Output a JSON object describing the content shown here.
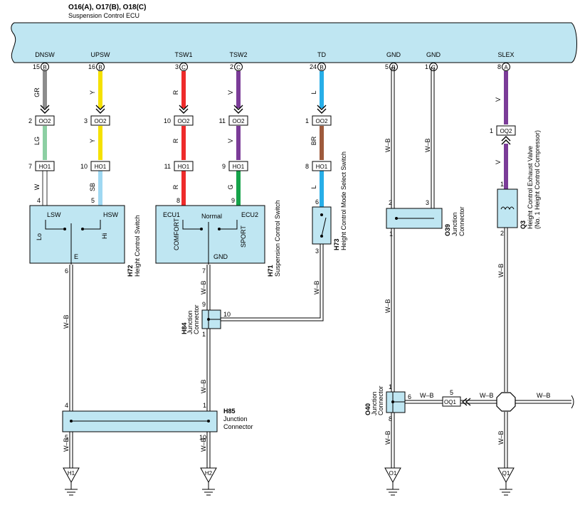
{
  "ecu": {
    "title": "O16(A), O17(B), O18(C)",
    "name": "Suspension Control ECU",
    "terminals": [
      {
        "label": "DNSW",
        "pin": "15",
        "conn": "B"
      },
      {
        "label": "UPSW",
        "pin": "16",
        "conn": "B"
      },
      {
        "label": "TSW1",
        "pin": "3",
        "conn": "C"
      },
      {
        "label": "TSW2",
        "pin": "2",
        "conn": "C"
      },
      {
        "label": "TD",
        "pin": "24",
        "conn": "B"
      },
      {
        "label": "GND",
        "pin": "5",
        "conn": "B"
      },
      {
        "label": "GND",
        "pin": "1",
        "conn": "C"
      },
      {
        "label": "SLEX",
        "pin": "8",
        "conn": "A"
      }
    ]
  },
  "wires": [
    {
      "upper": "GR",
      "lower": "LG",
      "bottom": "W",
      "oo2_pin": "2",
      "ho1_pin": "7",
      "colors": [
        "#8c8c8c",
        "#8ccfa3",
        "#ffffff"
      ]
    },
    {
      "upper": "Y",
      "lower": "Y",
      "bottom": "SB",
      "oo2_pin": "3",
      "ho1_pin": "10",
      "colors": [
        "#f5e100",
        "#f5e100",
        "#9fd8f2"
      ]
    },
    {
      "upper": "R",
      "lower": "R",
      "bottom": "R",
      "oo2_pin": "10",
      "ho1_pin": "11",
      "colors": [
        "#ee2b2b",
        "#ee2b2b",
        "#ee2b2b"
      ]
    },
    {
      "upper": "V",
      "lower": "V",
      "bottom": "G",
      "oo2_pin": "11",
      "ho1_pin": "9",
      "colors": [
        "#7b3c98",
        "#7b3c98",
        "#16a34a"
      ]
    },
    {
      "upper": "L",
      "lower": "BR",
      "bottom": "L",
      "oo2_pin": "1",
      "ho1_pin": "8",
      "colors": [
        "#27aee8",
        "#9e5a3c",
        "#27aee8"
      ]
    }
  ],
  "connectors": {
    "oo2": "OO2",
    "ho1": "HO1",
    "oq2": "OQ2",
    "oq1": "OQ1"
  },
  "wire_wb": "W–B",
  "slex_wire": {
    "upper": "V",
    "lower": "V",
    "oq2_pin": "1",
    "color": "#7b3c98"
  },
  "h72": {
    "id": "H72",
    "name": "Height Control Switch",
    "pin_lsw": "4",
    "pin_hsw": "5",
    "pin_e": "6",
    "lsw": "LSW",
    "hsw": "HSW",
    "lo": "Lo",
    "hi": "Hi",
    "e": "E"
  },
  "h71": {
    "id": "H71",
    "name": "Suspension Control Switch",
    "pin_ecu1": "8",
    "pin_ecu2": "9",
    "pin_gnd": "7",
    "ecu1": "ECU1",
    "ecu2": "ECU2",
    "normal": "Normal",
    "comfort": "COMFORT",
    "sport": "SPORT",
    "gnd": "GND"
  },
  "h73": {
    "id": "H73",
    "name": "Height Control Mode Select Switch",
    "pin_top": "6",
    "pin_bot": "3"
  },
  "o39": {
    "id": "O39",
    "name1": "Junction",
    "name2": "Connector",
    "pin1": "2",
    "pin2": "3",
    "pin3": "1"
  },
  "q3": {
    "id": "Q3",
    "name1": "Height Control Exhaust Valve",
    "name2": "(No. 1 Height Control Compressor)",
    "pin_top": "1",
    "pin_bot": "2"
  },
  "h84": {
    "id": "H84",
    "name1": "Junction",
    "name2": "Connector",
    "pin_top": "9",
    "pin_side": "10",
    "pin_bot": "1"
  },
  "o40": {
    "id": "O40",
    "name1": "Junction",
    "name2": "Connector",
    "pin_top": "1",
    "pin_side": "6",
    "pin_bot": "8",
    "oq1_pin": "5"
  },
  "h85": {
    "id": "H85",
    "name1": "Junction",
    "name2": "Connector",
    "pin_tl": "4",
    "pin_tr": "1",
    "pin_bl": "5",
    "pin_br": "10"
  },
  "grounds": [
    "H1",
    "H2",
    "O1",
    "Q1"
  ],
  "colors": {
    "ecu_fill": "#bfe6f2",
    "component_fill": "#bfe6f2",
    "outline": "#000000"
  }
}
